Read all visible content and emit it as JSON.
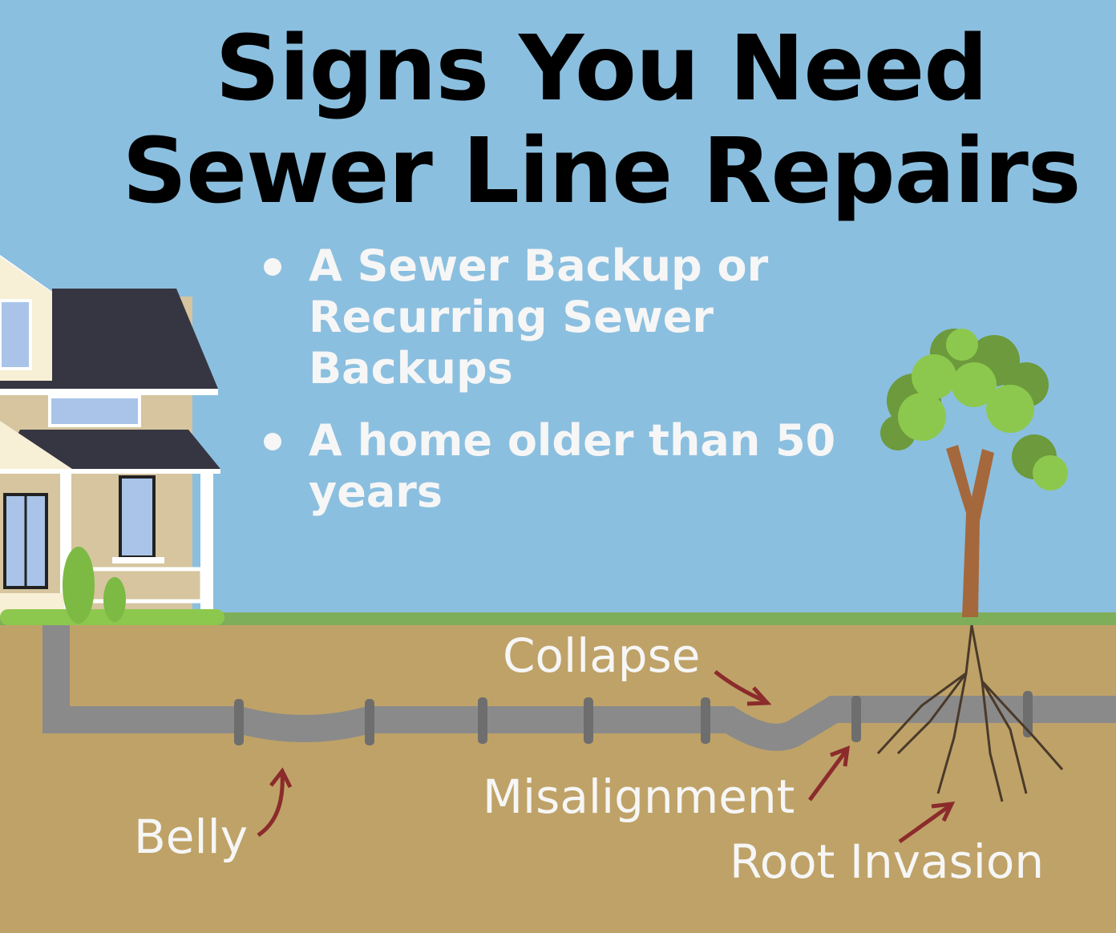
{
  "title": {
    "line1": "Signs You Need",
    "line2": "Sewer Line Repairs"
  },
  "bullets": [
    "A Sewer Backup or Recurring Sewer Backups",
    "A home older than 50 years"
  ],
  "labels": {
    "collapse": "Collapse",
    "belly": "Belly",
    "misalignment": "Misalignment",
    "root_invasion": "Root Invasion"
  },
  "colors": {
    "sky": "#8bbfdf",
    "ground": "#bfa268",
    "grass": "#7fae5a",
    "pipe": "#888888",
    "arrow": "#8b2b2b"
  }
}
